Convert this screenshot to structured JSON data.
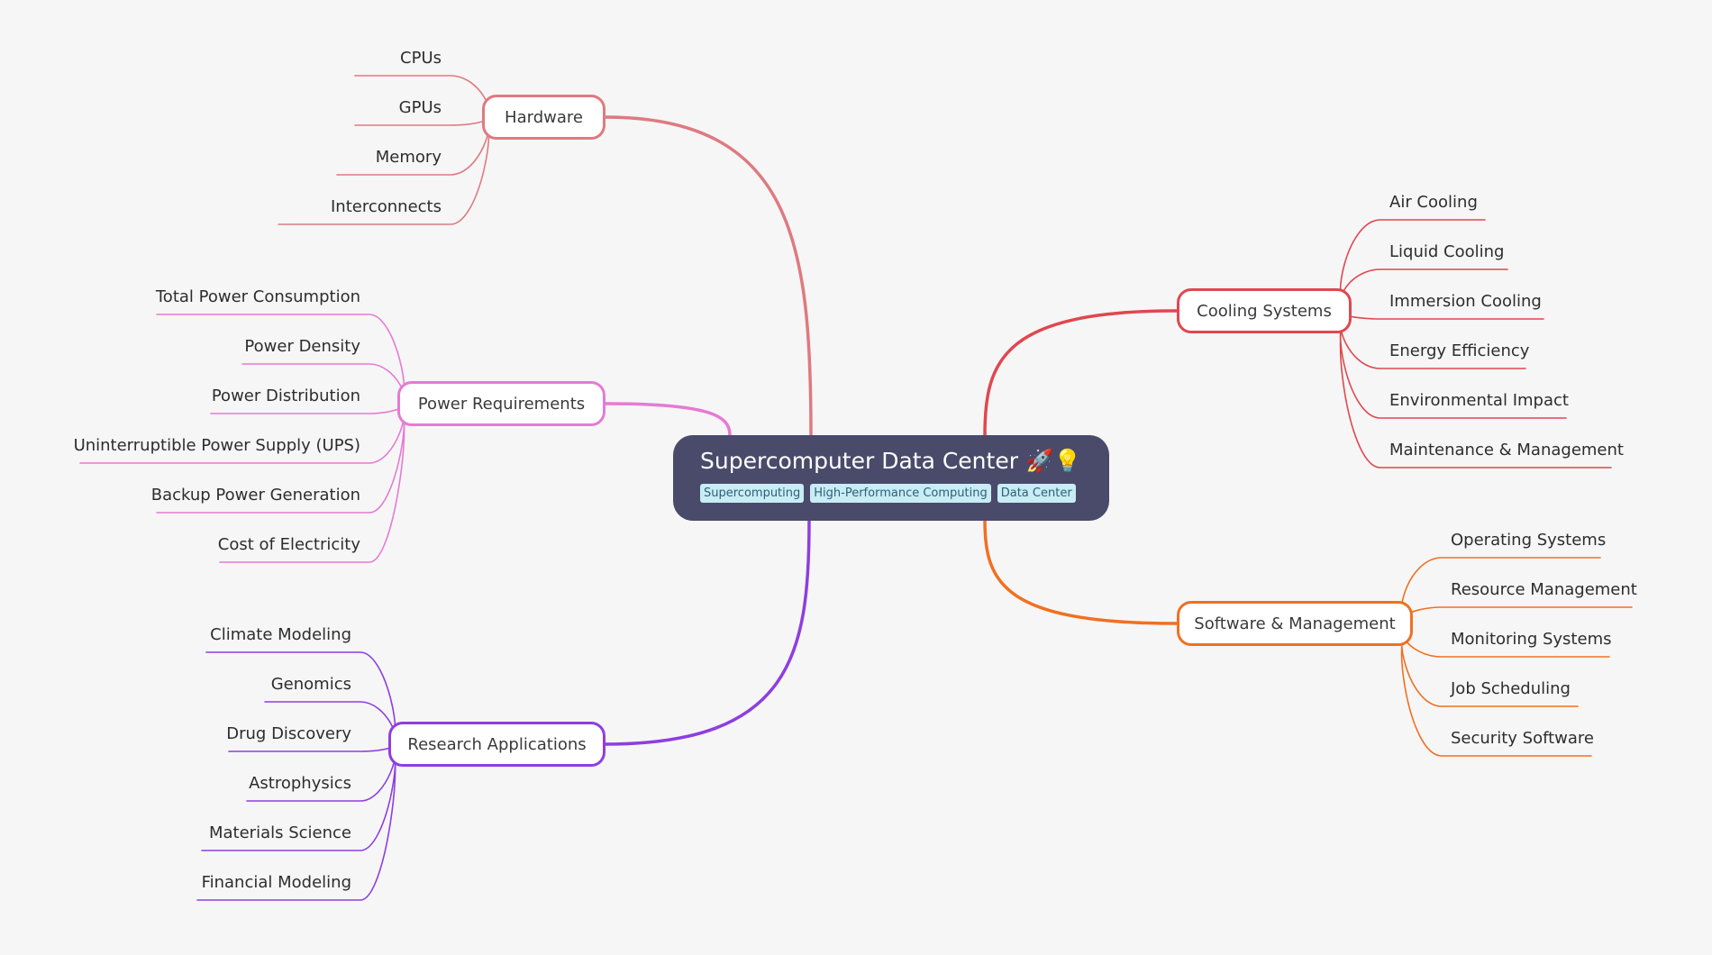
{
  "root": {
    "title": "Supercomputer Data Center 🚀💡",
    "tags": [
      "Supercomputing",
      "High-Performance Computing",
      "Data Center"
    ]
  },
  "branches": [
    {
      "id": "hardware",
      "label": "Hardware",
      "color": "#de7a80",
      "side": "left",
      "children": [
        "CPUs",
        "GPUs",
        "Memory",
        "Interconnects"
      ]
    },
    {
      "id": "power-requirements",
      "label": "Power Requirements",
      "color": "#e67ad4",
      "side": "left",
      "children": [
        "Total Power Consumption",
        "Power Density",
        "Power Distribution",
        "Uninterruptible Power Supply (UPS)",
        "Backup Power Generation",
        "Cost of Electricity"
      ]
    },
    {
      "id": "research-applications",
      "label": "Research Applications",
      "color": "#8e3ee0",
      "side": "left",
      "children": [
        "Climate Modeling",
        "Genomics",
        "Drug Discovery",
        "Astrophysics",
        "Materials Science",
        "Financial Modeling"
      ]
    },
    {
      "id": "cooling-systems",
      "label": "Cooling Systems",
      "color": "#e0474f",
      "side": "right",
      "children": [
        "Air Cooling",
        "Liquid Cooling",
        "Immersion Cooling",
        "Energy Efficiency",
        "Environmental Impact",
        "Maintenance & Management"
      ]
    },
    {
      "id": "software-management",
      "label": "Software & Management",
      "color": "#f07021",
      "side": "right",
      "children": [
        "Operating Systems",
        "Resource Management",
        "Monitoring Systems",
        "Job Scheduling",
        "Security Software"
      ]
    }
  ]
}
